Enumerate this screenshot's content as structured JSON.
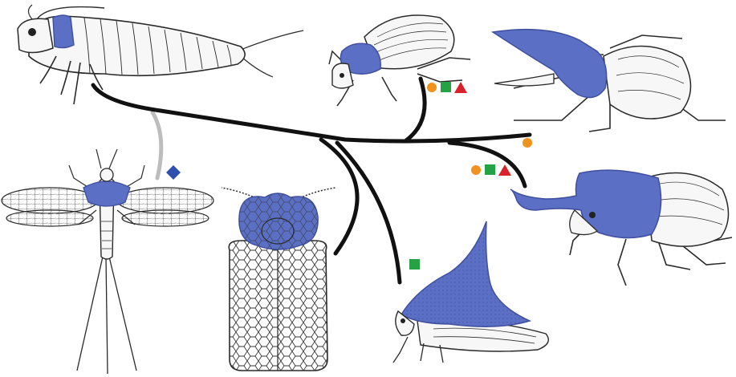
{
  "colors": {
    "pronotum_blue": "#5b6fc4",
    "pronotum_blue_dark": "#3f4f9e",
    "tree_black": "#111111",
    "tree_grey": "#bdbdbd",
    "marker_orange": "#f0921e",
    "marker_green": "#25a244",
    "marker_red": "#d9212a",
    "marker_diamond_blue": "#2f4fae",
    "outline": "#2a2a2a",
    "body_fill": "#f7f7f7"
  },
  "taxa": [
    {
      "name": "bristletail",
      "icon": "bristletail-illustration"
    },
    {
      "name": "mayfly",
      "icon": "mayfly-illustration"
    },
    {
      "name": "treehopper-nymph-front",
      "icon": "treehopper-front-illustration"
    },
    {
      "name": "treehopper",
      "icon": "treehopper-side-illustration"
    },
    {
      "name": "scarab-beetle",
      "icon": "scarab-illustration"
    },
    {
      "name": "hercules-beetle",
      "icon": "hercules-beetle-illustration"
    },
    {
      "name": "rhinoceros-beetle",
      "icon": "rhinoceros-beetle-illustration"
    }
  ],
  "markers": [
    {
      "group": "scarab",
      "shapes": [
        "circle-orange",
        "square-green",
        "triangle-red"
      ]
    },
    {
      "group": "hercules",
      "shapes": [
        "circle-orange"
      ]
    },
    {
      "group": "rhinoceros",
      "shapes": [
        "circle-orange",
        "square-green",
        "triangle-red"
      ]
    },
    {
      "group": "treehopper",
      "shapes": [
        "square-green"
      ]
    },
    {
      "group": "mayfly",
      "shapes": [
        "diamond-blue"
      ]
    }
  ]
}
